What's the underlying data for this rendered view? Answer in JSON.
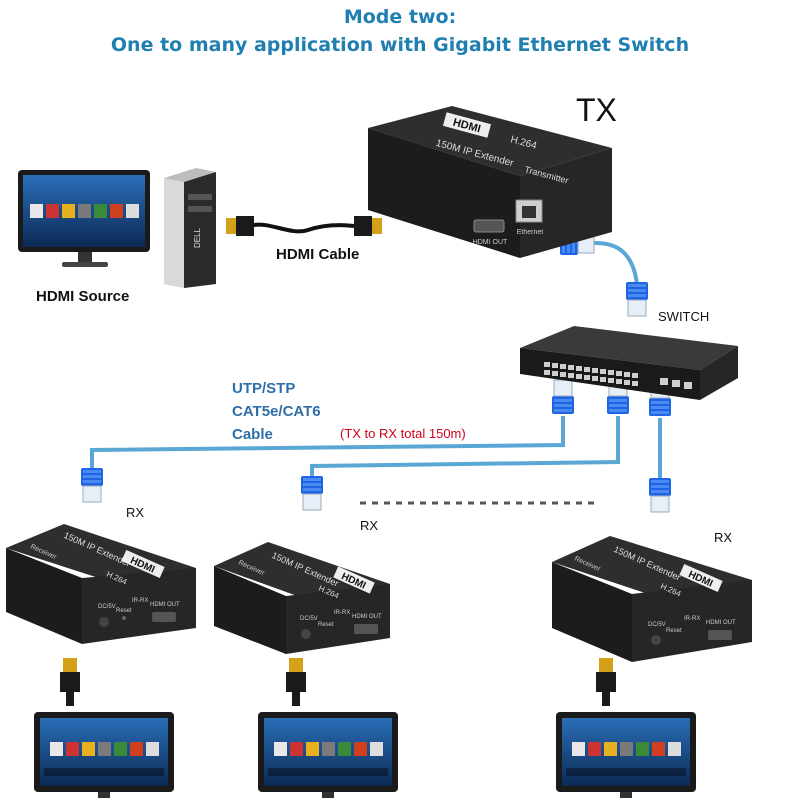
{
  "title": {
    "line1": "Mode two:",
    "line2": "One to many application with  Gigabit Ethernet Switch"
  },
  "labels": {
    "tx": "TX",
    "hdmi_cable": "HDMI Cable",
    "hdmi_source": "HDMI Source",
    "switch": "SWITCH",
    "utp_line1": "UTP/STP",
    "utp_line2": "CAT5e/CAT6",
    "utp_line3": "Cable",
    "distance": "(TX to RX total 150m)",
    "rx": [
      "RX",
      "RX",
      "RX"
    ]
  },
  "devices": {
    "transmitter": {
      "brand": "HDMI",
      "codec": "H.264",
      "model": "150M IP Extender",
      "role": "Transmitter",
      "port_hdmi": "HDMI OUT",
      "port_lan": "Ethernet"
    },
    "receiver": {
      "brand": "HDMI",
      "codec": "H.264",
      "model": "150M IP Extender",
      "role": "Receiver",
      "port_dc": "DC/5V",
      "port_reset": "Reset",
      "port_ir": "IR-RX",
      "port_hdmi": "HDMI OUT"
    },
    "pc": {
      "brand": "DELL"
    }
  },
  "colors": {
    "title": "#1f7fb0",
    "cable_label": "#2f6fa8",
    "distance": "#d0021b",
    "lan_cable": "#5aa7d6",
    "rj45_plug": "#1e64e6",
    "device_body": "#262626",
    "hdmi_connector": "#d4a017"
  }
}
